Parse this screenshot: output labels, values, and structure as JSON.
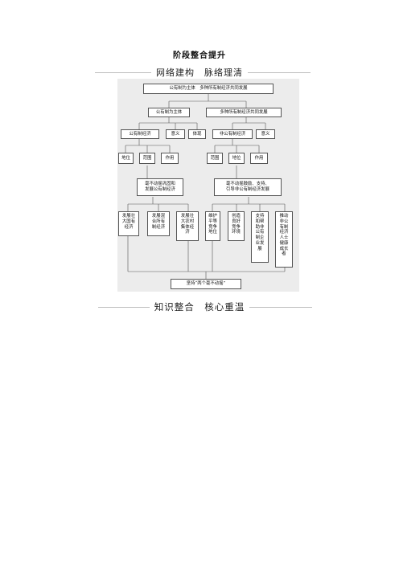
{
  "page_title": "阶段整合提升",
  "section_network": "网络建构　脉络理清",
  "section_knowledge": "知识整合　核心重温",
  "diagram": {
    "root": "公有制为主体　多种所有制经济共同发展",
    "left": {
      "head": "公有制为主体",
      "sub": [
        "公有制经济",
        "意义",
        "体现"
      ],
      "leaves": [
        "地位",
        "范围",
        "作用"
      ]
    },
    "right": {
      "head": "多种所有制经济共同发展",
      "sub": [
        "非公有制经济",
        "意义"
      ],
      "leaves": [
        "范围",
        "地位",
        "作用"
      ]
    },
    "mid_left": "毫不动摇巩固和\n发展公有制经济",
    "mid_right": "毫不动摇鼓励、支持、\n引导非公有制经济发展",
    "bottom_left": [
      "发展壮\n大国有\n经济",
      "发展混\n合所有\n制经济",
      "发展壮\n大农村\n集体经\n济"
    ],
    "bottom_right": [
      "维护\n平等\n竞争\n地位",
      "创造\n良好\n竞争\n环境",
      "支持\n和帮\n助非\n公有\n制企\n业发\n展",
      "推动\n非公\n有制\n经济\n人士\n健康\n成长\n者"
    ],
    "final": "坚持“两个毫不动摇”"
  }
}
